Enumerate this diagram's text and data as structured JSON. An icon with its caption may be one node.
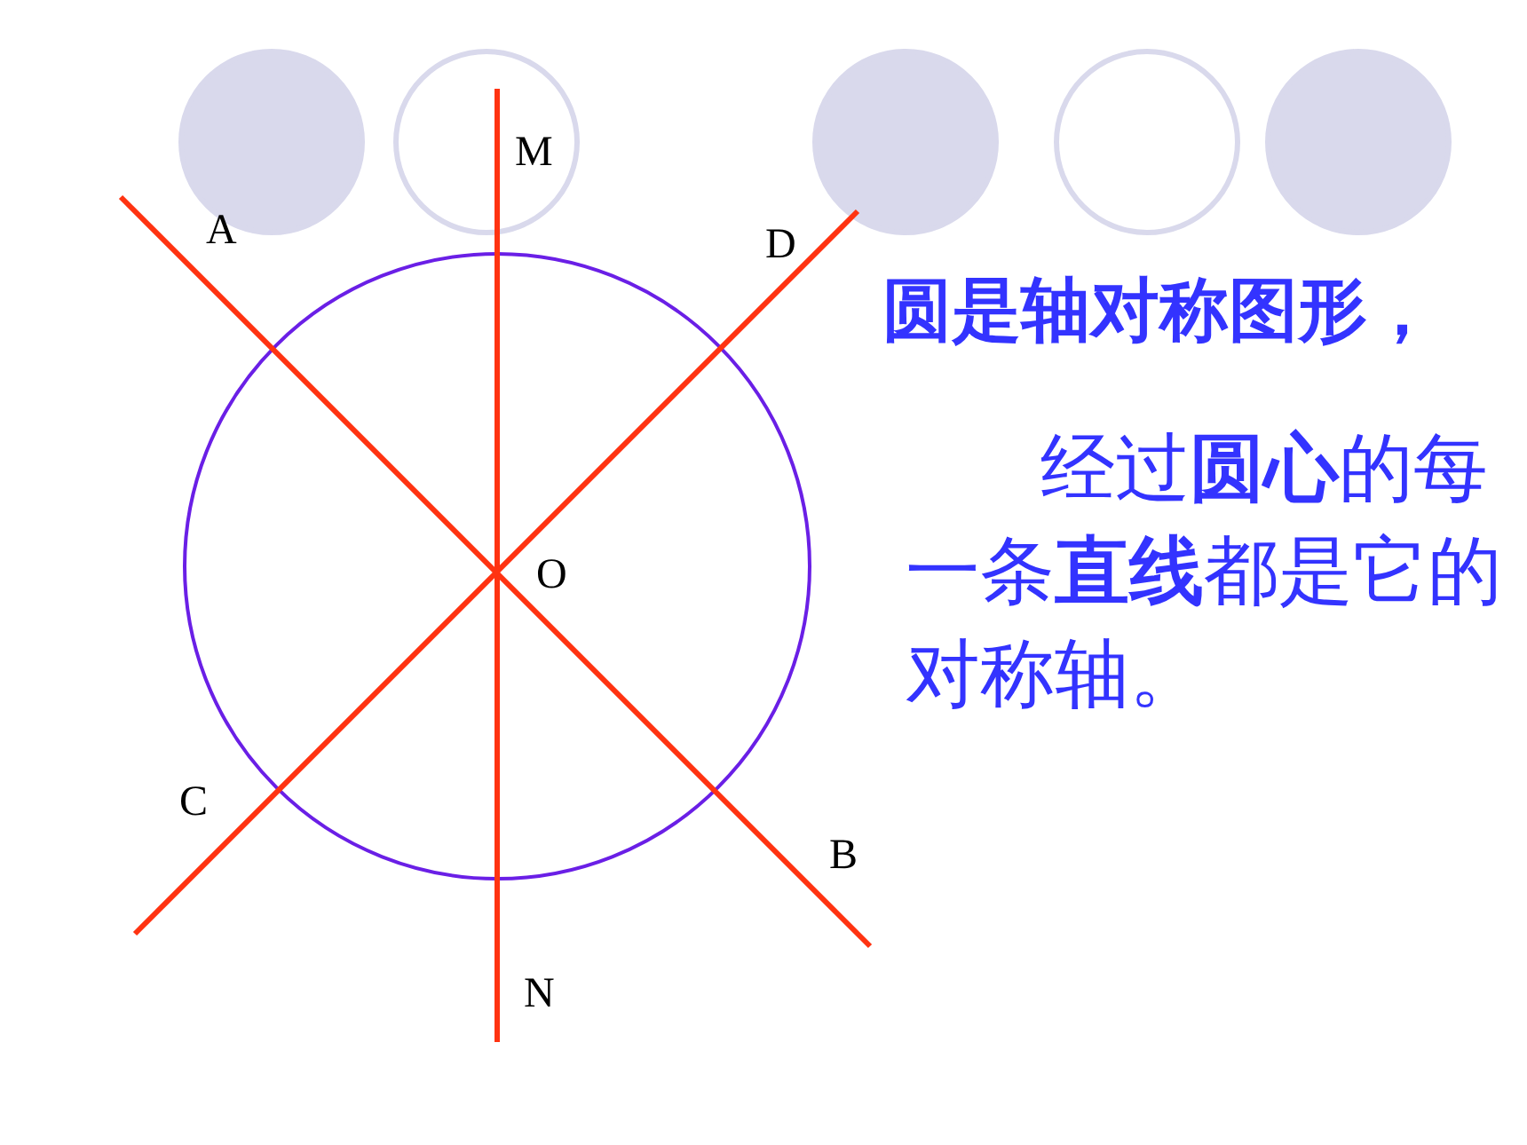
{
  "diagram": {
    "labels": [
      "M",
      "A",
      "D",
      "圆是轴对称图形，",
      "经过**圆心**的每一条**直线**都是它的对称轴。",
      "O",
      "C",
      "B",
      "N"
    ]
  }
}
